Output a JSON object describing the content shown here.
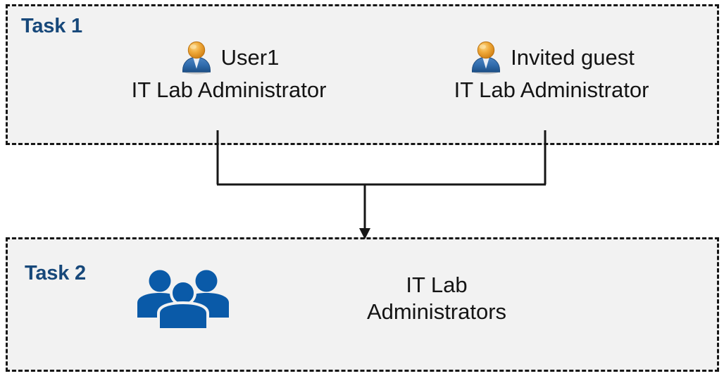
{
  "diagram": {
    "title": "Task 1 / Task 2 role assignment flow",
    "background_color": "#ffffff",
    "box_fill_color": "#f2f2f2",
    "box_border_color": "#161616",
    "label_color": "#17487a",
    "text_color": "#141414",
    "icon_blue": "#0a5aa8"
  },
  "task1": {
    "label": "Task 1",
    "people": [
      {
        "icon": "user-icon",
        "name": "User1",
        "role": "IT Lab Administrator"
      },
      {
        "icon": "user-icon",
        "name": "Invited guest",
        "role": "IT Lab Administrator"
      }
    ]
  },
  "task2": {
    "label": "Task 2",
    "group": {
      "icon": "user-group-icon",
      "name_line1": "IT Lab",
      "name_line2": "Administrators"
    }
  },
  "connector": {
    "type": "merge-arrow",
    "from": [
      "User1",
      "Invited guest"
    ],
    "to": "IT Lab Administrators",
    "arrow_color": "#161616"
  }
}
